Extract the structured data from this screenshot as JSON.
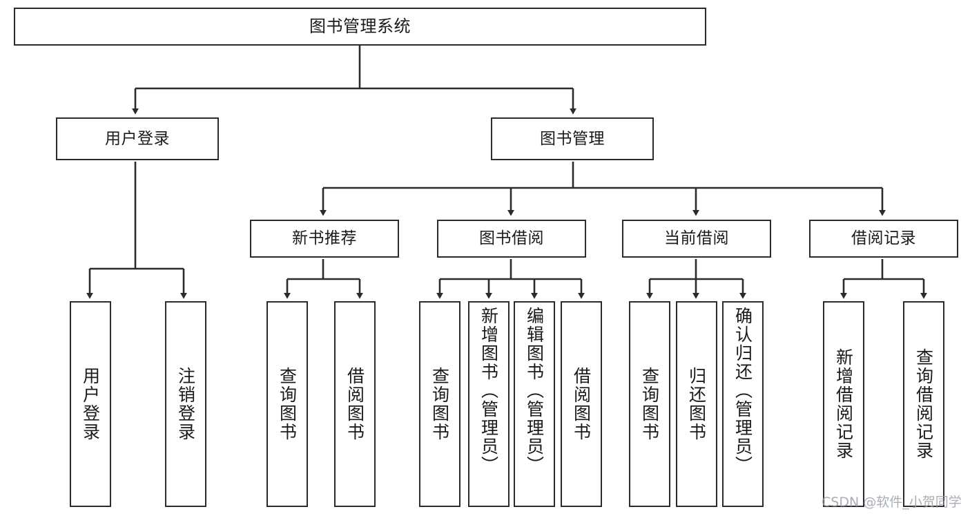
{
  "diagram": {
    "type": "tree-hierarchy",
    "title": "图书管理系统",
    "watermark": "CSDN @软件_小贺同学",
    "colors": {
      "border": "#2b2b2b",
      "fill": "#ffffff",
      "text": "#1a1a1a",
      "edge": "#2b2b2b",
      "watermark": "#9aa0a6"
    },
    "nodes": {
      "root": {
        "label": "图书管理系统"
      },
      "level2": [
        {
          "id": "user-login",
          "label": "用户登录"
        },
        {
          "id": "book-manage",
          "label": "图书管理"
        }
      ],
      "level3": [
        {
          "id": "new-book-recommend",
          "label": "新书推荐"
        },
        {
          "id": "book-borrow",
          "label": "图书借阅"
        },
        {
          "id": "current-borrow",
          "label": "当前借阅"
        },
        {
          "id": "borrow-record",
          "label": "借阅记录"
        }
      ],
      "leaves": {
        "user-login": [
          {
            "id": "leaf-user-login",
            "label": "用户登录"
          },
          {
            "id": "leaf-logout-login",
            "label": "注销登录"
          }
        ],
        "new-book-recommend": [
          {
            "id": "leaf-query-book-1",
            "label": "查询图书"
          },
          {
            "id": "leaf-borrow-book-1",
            "label": "借阅图书"
          }
        ],
        "book-borrow": [
          {
            "id": "leaf-query-book-2",
            "label": "查询图书"
          },
          {
            "id": "leaf-add-book-admin",
            "label": "新增图书（管理员）"
          },
          {
            "id": "leaf-edit-book-admin",
            "label": "编辑图书（管理员）"
          },
          {
            "id": "leaf-borrow-book-2",
            "label": "借阅图书"
          }
        ],
        "current-borrow": [
          {
            "id": "leaf-query-book-3",
            "label": "查询图书"
          },
          {
            "id": "leaf-return-book",
            "label": "归还图书"
          },
          {
            "id": "leaf-confirm-return-admin",
            "label": "确认归还（管理员）"
          }
        ],
        "borrow-record": [
          {
            "id": "leaf-add-borrow-record",
            "label": "新增借阅记录"
          },
          {
            "id": "leaf-query-borrow-record",
            "label": "查询借阅记录"
          }
        ]
      }
    }
  }
}
